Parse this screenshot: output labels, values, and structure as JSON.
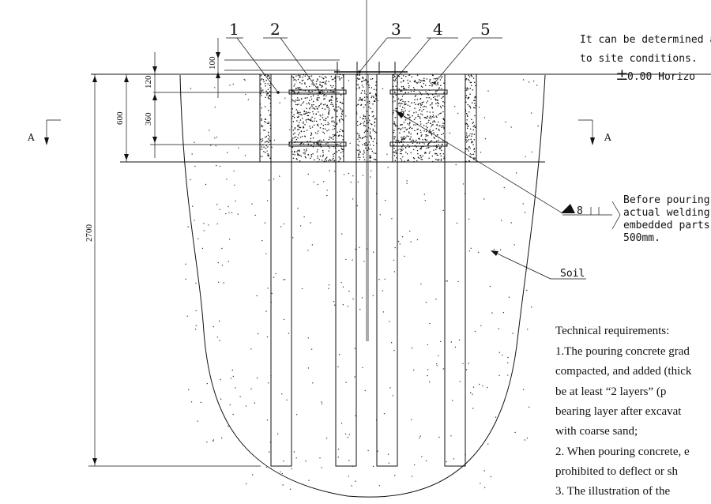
{
  "callouts": [
    "1",
    "2",
    "3",
    "4",
    "5"
  ],
  "site_note": {
    "line1": "It can be determined ac",
    "line2": "to site conditions."
  },
  "level": {
    "symbol": "±",
    "text": "0.00 Horizo"
  },
  "section": {
    "left": "A",
    "right": "A"
  },
  "dimensions": {
    "d100": "100",
    "d120": "120",
    "d600": "600",
    "d360": "360",
    "d2700": "2700"
  },
  "weld": {
    "size": "8",
    "note_lines": [
      "Before pouring",
      "actual welding",
      "embedded parts",
      "500mm."
    ]
  },
  "soil_label": "Soil",
  "technical": {
    "title": "Technical requirements:",
    "lines": [
      "1.The pouring concrete grad",
      "compacted, and added (thick",
      "be at least “2 layers” (p",
      "bearing layer after excavat",
      "with coarse sand;",
      "2. When pouring concrete, e",
      "prohibited to deflect or sh",
      "3. The illustration of the"
    ]
  }
}
